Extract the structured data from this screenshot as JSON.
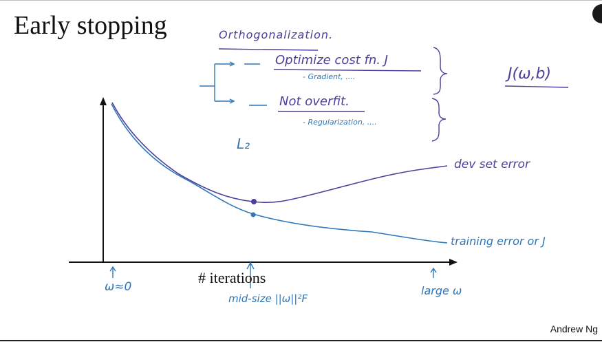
{
  "slide": {
    "title": "Early stopping",
    "footer": "Andrew Ng",
    "x_axis_label": "# iterations"
  },
  "annotations": {
    "orthogonalization": "Orthogonalization.",
    "optimize": "Optimize cost fn. J",
    "gradient": "- Gradient, ....",
    "not_overfit": "Not overfit.",
    "regularization": "- Regularization, ....",
    "l2": "L₂",
    "j_w_b": "J(ω,b)",
    "dev_label": "dev set error",
    "train_label": "training error or J",
    "w_approx_0": "ω≈0",
    "mid_size": "mid-size ||ω||²F",
    "large_w": "large ω"
  },
  "colors": {
    "axis": "#111111",
    "dev_curve": "#4a3f9a",
    "train_curve": "#2f77b8",
    "ink_blue": "#2f77b8",
    "ink_purple": "#4a3f9a"
  }
}
